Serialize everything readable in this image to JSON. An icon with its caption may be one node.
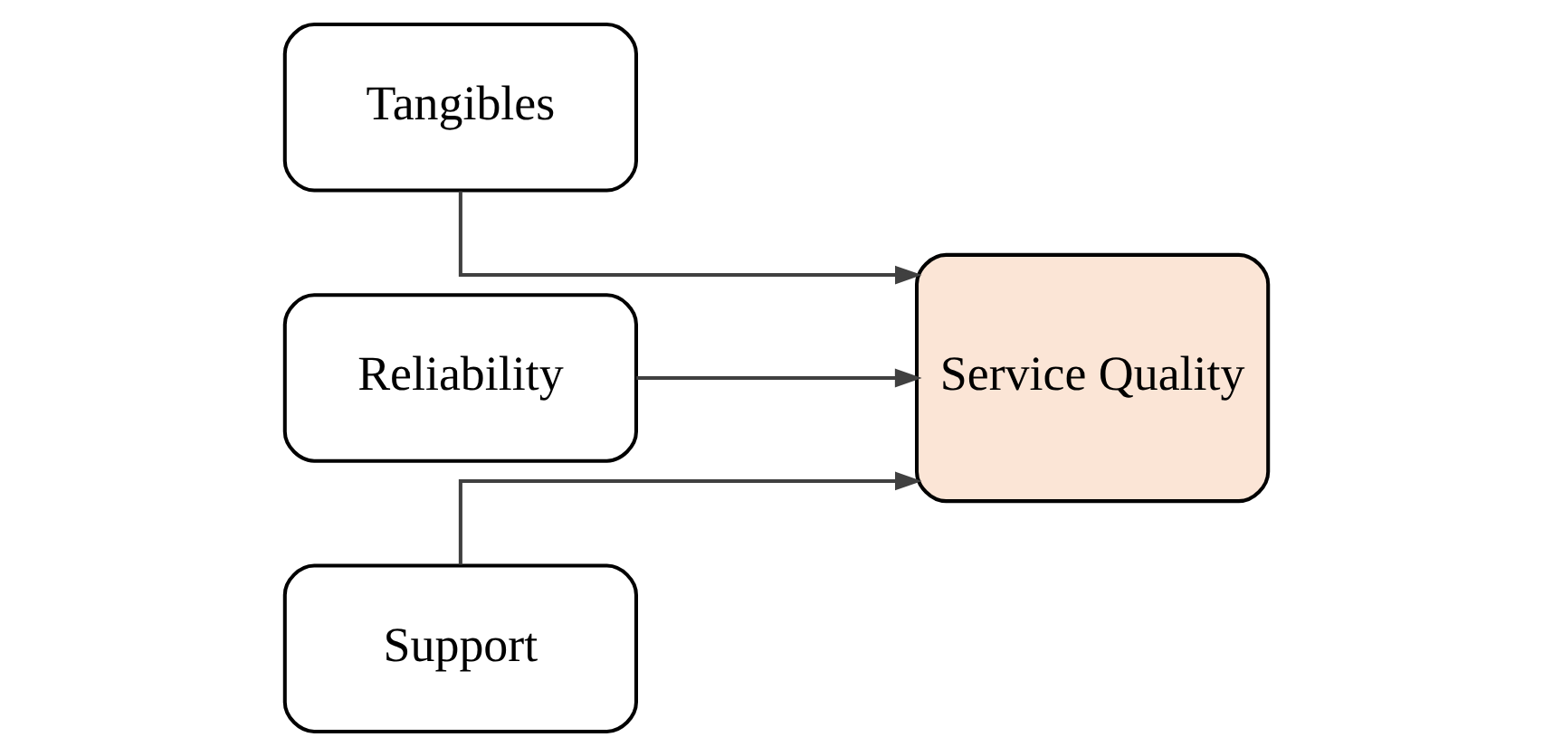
{
  "diagram": {
    "nodes": [
      {
        "text": [
          "Tangibles"
        ]
      },
      {
        "text": [
          "Reliability"
        ]
      },
      {
        "text": [
          "Support"
        ]
      },
      {
        "text": [
          "Service Quality"
        ]
      }
    ],
    "edges": [
      {
        "from": 0,
        "to": 3,
        "arrow": "to"
      },
      {
        "from": 1,
        "to": 3,
        "arrow": "to"
      },
      {
        "from": 2,
        "to": 3,
        "arrow": "to"
      }
    ]
  }
}
